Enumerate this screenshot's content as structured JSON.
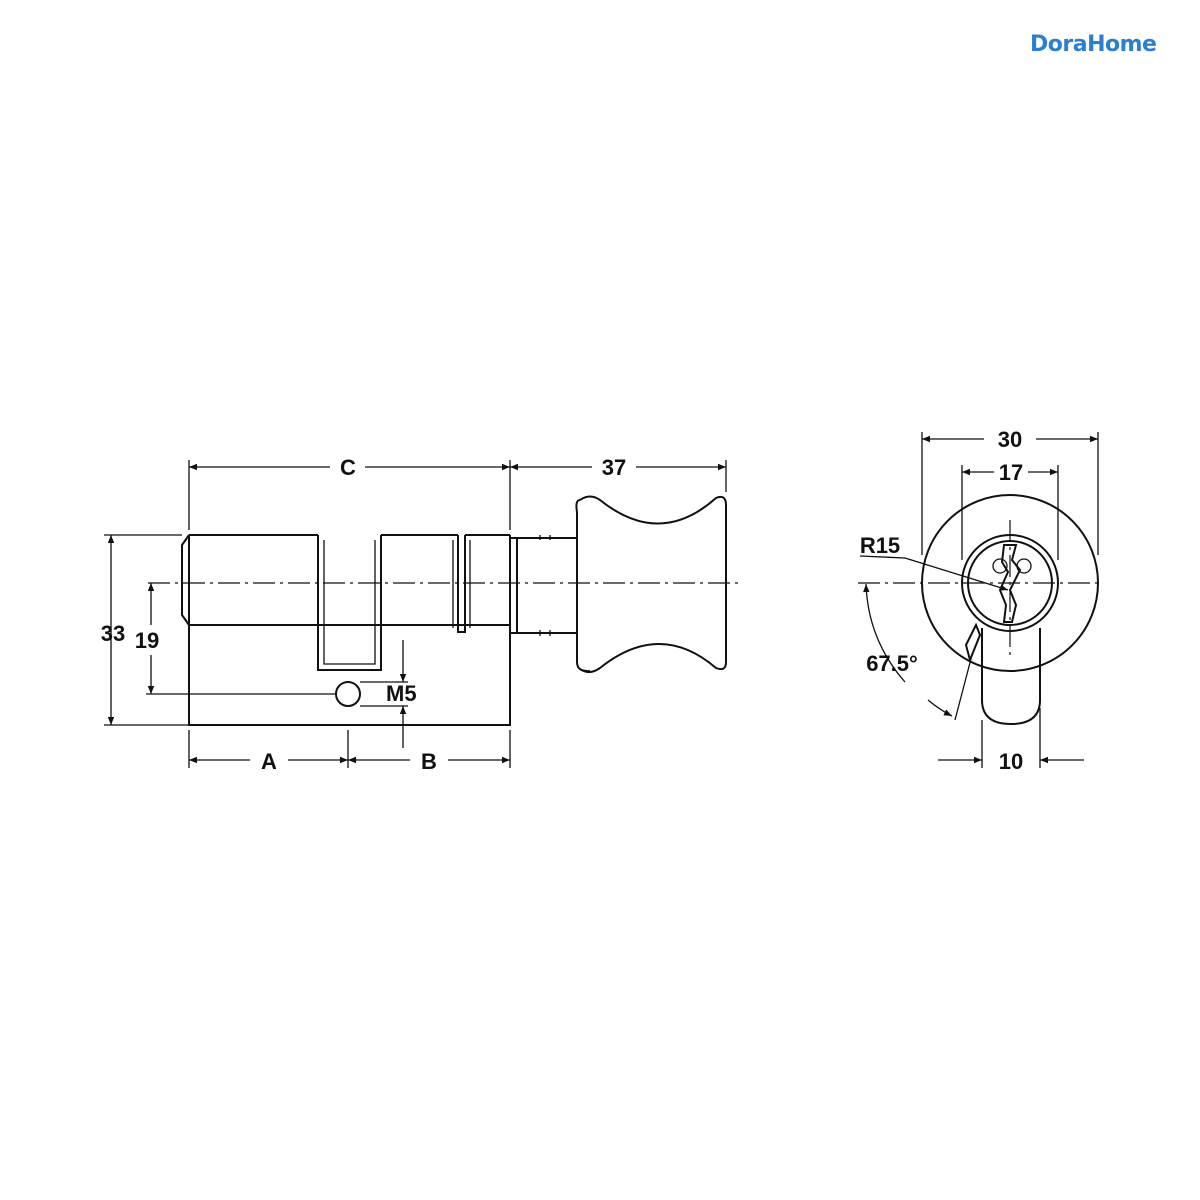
{
  "brand": {
    "logo_text": "DoraHome",
    "logo_color": "#2b7fd1"
  },
  "side_view": {
    "dim_c": "C",
    "dim_knob_length": "37",
    "dim_height": "33",
    "dim_center_height": "19",
    "dim_screw": "M5",
    "dim_a": "A",
    "dim_b": "B"
  },
  "front_view": {
    "dim_width": "30",
    "dim_inner": "17",
    "dim_radius": "R15",
    "dim_angle": "67.5°",
    "dim_cam_width": "10"
  }
}
